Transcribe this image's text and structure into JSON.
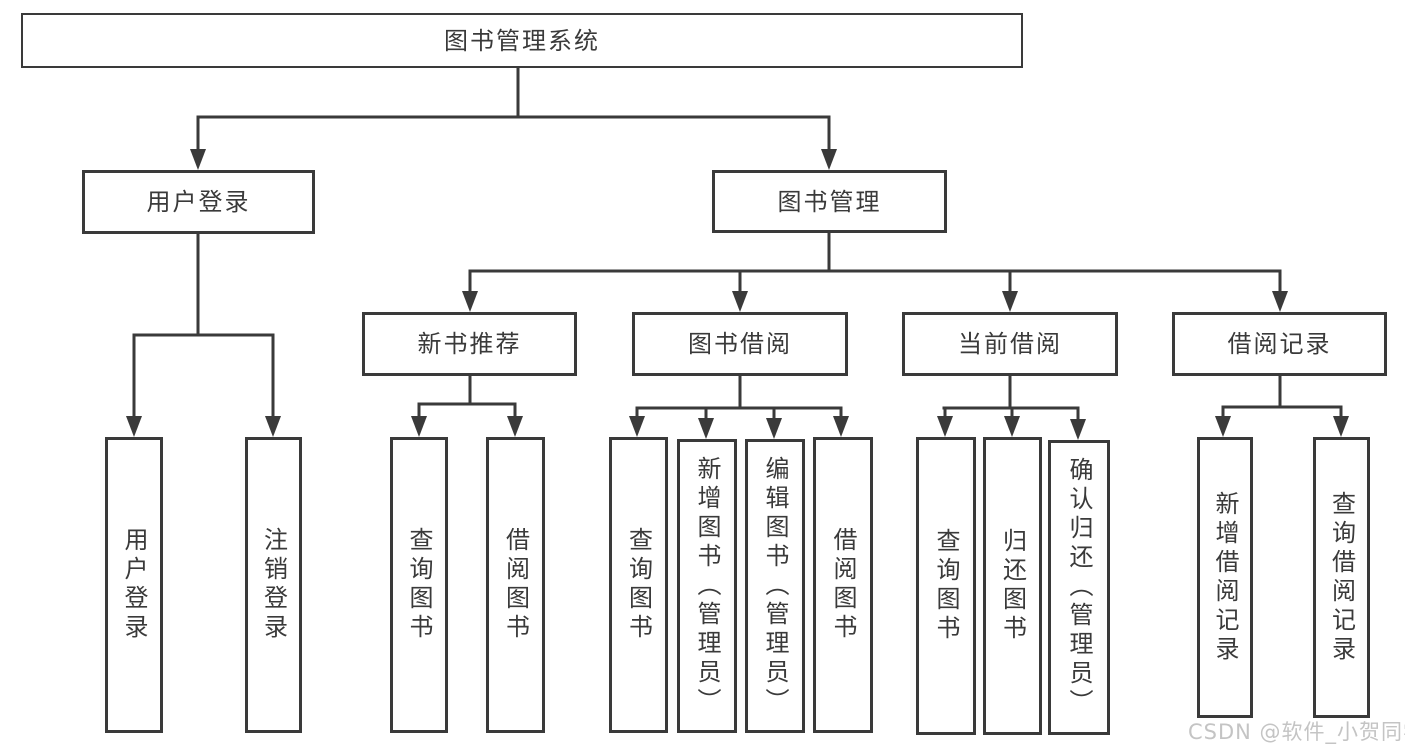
{
  "title": "图书管理系统",
  "watermark": "CSDN @软件_小贺同学",
  "colors": {
    "line": "#3a3a3a",
    "text": "#3a3a3a",
    "background": "#ffffff",
    "watermark": "#c4c4c4"
  },
  "nodes": {
    "root": {
      "label": "图书管理系统"
    },
    "user_login_group": {
      "label": "用户登录"
    },
    "book_mgmt": {
      "label": "图书管理"
    },
    "login": {
      "label": "用户登录"
    },
    "logout": {
      "label": "注销登录"
    },
    "new_books": {
      "label": "新书推荐"
    },
    "borrowing": {
      "label": "图书借阅"
    },
    "current": {
      "label": "当前借阅"
    },
    "records": {
      "label": "借阅记录"
    },
    "nb_query": {
      "label": "查询图书"
    },
    "nb_borrow": {
      "label": "借阅图书"
    },
    "bb_query": {
      "label": "查询图书"
    },
    "bb_add": {
      "label": "新增图书（管理员）"
    },
    "bb_edit": {
      "label": "编辑图书（管理员）"
    },
    "bb_borrow": {
      "label": "借阅图书"
    },
    "cb_query": {
      "label": "查询图书"
    },
    "cb_return": {
      "label": "归还图书"
    },
    "cb_confirm": {
      "label": "确认归还（管理员）"
    },
    "br_add": {
      "label": "新增借阅记录"
    },
    "br_query": {
      "label": "查询借阅记录"
    }
  }
}
